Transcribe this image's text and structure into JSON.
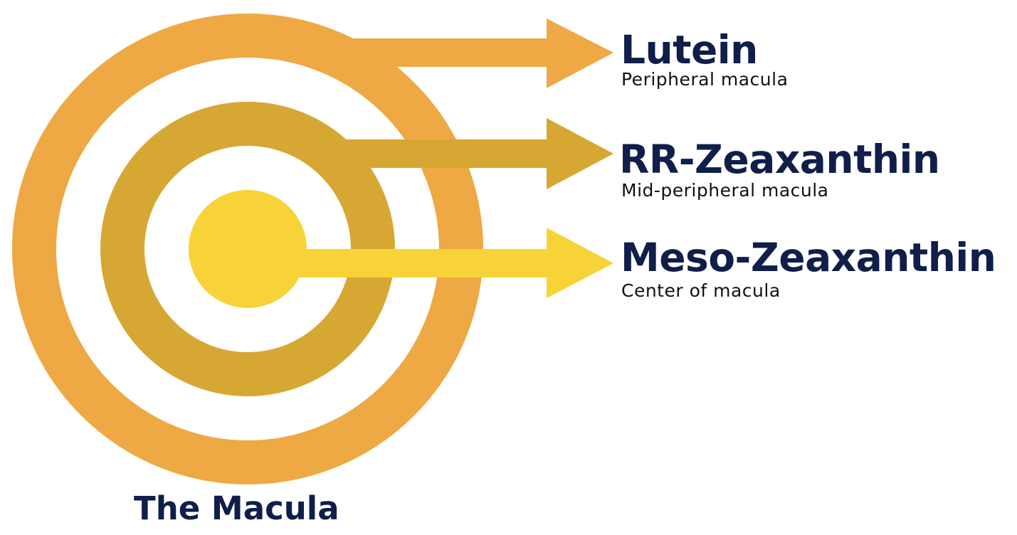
{
  "colors": {
    "outer_ring": "#eea944",
    "middle_ring": "#d7a733",
    "center": "#f7d337",
    "text_dark": "#0f1e4a",
    "background": "#ffffff"
  },
  "pigments": [
    {
      "name": "Lutein",
      "region": "Peripheral macula",
      "ring": "outer"
    },
    {
      "name": "RR-Zeaxanthin",
      "region": "Mid-peripheral macula",
      "ring": "middle"
    },
    {
      "name": "Meso-Zeaxanthin",
      "region": "Center of macula",
      "ring": "center"
    }
  ],
  "caption": "The Macula"
}
